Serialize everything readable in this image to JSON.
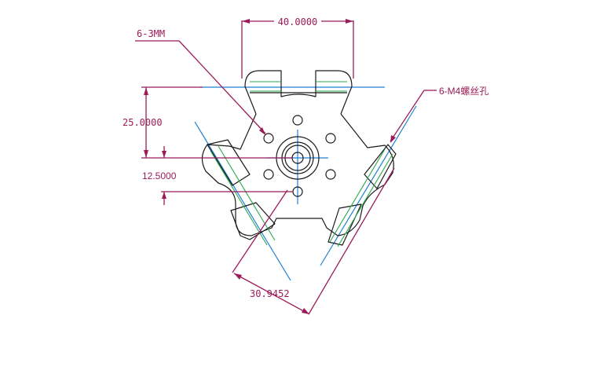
{
  "drawing": {
    "colors": {
      "dimension": "#9b1b5a",
      "outline": "#1a1a1a",
      "centerline": "#1f7fd6",
      "slot": "#2aa84a",
      "background": "#ffffff"
    },
    "dimensions": {
      "width_top": "40.0000",
      "height_upper": "25.0000",
      "height_lower": "12.5000",
      "diagonal": "30.9452"
    },
    "callouts": {
      "small_holes": "6-3MM",
      "threaded_holes": "6-M4螺丝孔"
    }
  }
}
